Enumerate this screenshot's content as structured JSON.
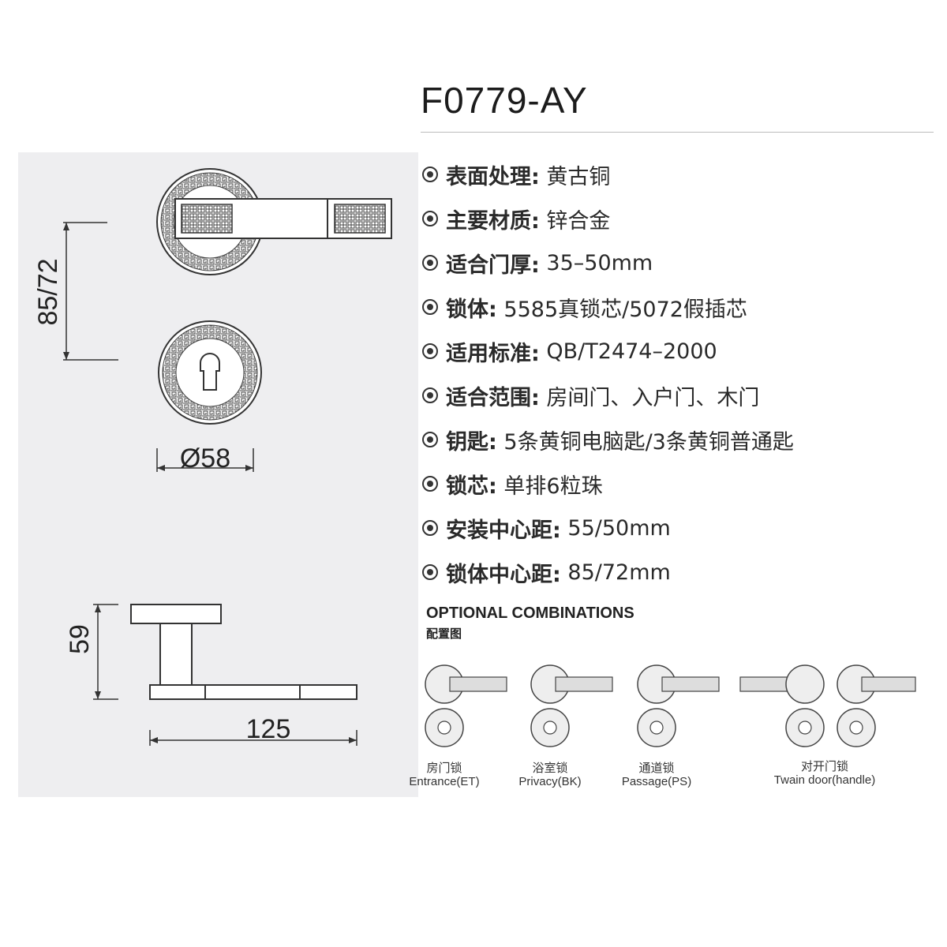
{
  "model": "F0779-AY",
  "specs": [
    {
      "label": "表面处理:",
      "value": "黄古铜"
    },
    {
      "label": "主要材质:",
      "value": "锌合金"
    },
    {
      "label": "适合门厚:",
      "value": "35–50mm"
    },
    {
      "label": "锁体:",
      "value": "5585真锁芯/5072假插芯"
    },
    {
      "label": "适用标准:",
      "value": "QB/T2474–2000"
    },
    {
      "label": "适合范围:",
      "value": "房间门、入户门、木门"
    },
    {
      "label": "钥匙:",
      "value": "5条黄铜电脑匙/3条黄铜普通匙"
    },
    {
      "label": "锁芯:",
      "value": "单排6粒珠"
    },
    {
      "label": "安装中心距:",
      "value": "55/50mm"
    },
    {
      "label": "锁体中心距:",
      "value": "85/72mm"
    }
  ],
  "dimensions": {
    "height": "85/72",
    "diameter": "Ø58",
    "depth": "59",
    "length": "125"
  },
  "optional": {
    "title": "OPTIONAL COMBINATIONS",
    "subtitle": "配置图",
    "items": [
      {
        "cn": "房门锁",
        "en": "Entrance(ET)"
      },
      {
        "cn": "浴室锁",
        "en": "Privacy(BK)"
      },
      {
        "cn": "通道锁",
        "en": "Passage(PS)"
      },
      {
        "cn": "对开门锁",
        "en": "Twain door(handle)"
      }
    ]
  },
  "colors": {
    "panel": "#eeeef0",
    "line": "#333333"
  }
}
